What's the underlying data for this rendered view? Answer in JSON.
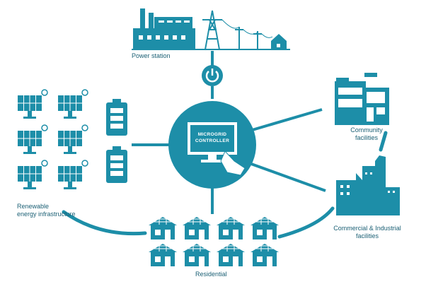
{
  "colors": {
    "primary": "#1d8ea8",
    "label": "#1a5f74",
    "background": "#ffffff"
  },
  "controller": {
    "line1": "MICROGRID",
    "line2": "CONTROLLER",
    "icon": "power-icon"
  },
  "nodes": {
    "power_station": {
      "label": "Power station",
      "icon": "power-station-icon"
    },
    "renewable": {
      "line1": "Renewable",
      "line2": "energy infrastructure",
      "icon": "solar-panel-icon"
    },
    "community": {
      "line1": "Community",
      "line2": "facilities",
      "icon": "community-building-icon"
    },
    "commercial": {
      "line1": "Commercial & Industrial",
      "line2": "facilities",
      "icon": "industrial-building-icon"
    },
    "residential": {
      "label": "Residential",
      "icon": "house-icon"
    }
  }
}
